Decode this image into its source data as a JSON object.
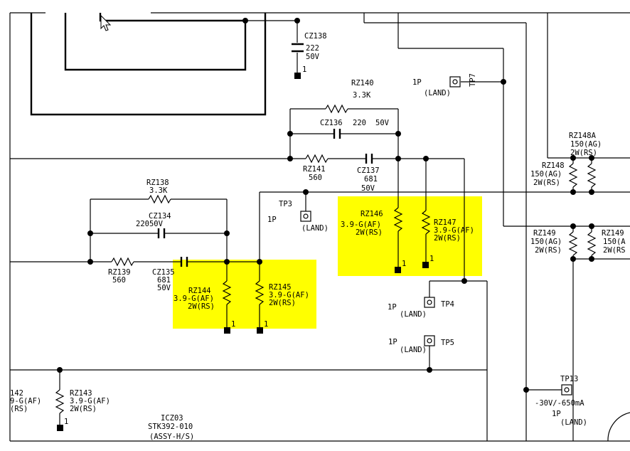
{
  "components": {
    "cz138": {
      "ref": "CZ138",
      "value": "222",
      "voltage": "50V"
    },
    "rz140": {
      "ref": "RZ140",
      "value": "3.3K"
    },
    "cz136": {
      "ref": "CZ136",
      "value": "220",
      "voltage": "50V"
    },
    "rz141": {
      "ref": "RZ141",
      "value": "560"
    },
    "cz137": {
      "ref": "CZ137",
      "value": "681",
      "voltage": "50V"
    },
    "rz138": {
      "ref": "RZ138",
      "value": "3.3K"
    },
    "cz134": {
      "ref": "CZ134",
      "value": "22050V"
    },
    "rz139": {
      "ref": "RZ139",
      "value": "560"
    },
    "cz135": {
      "ref": "CZ135",
      "value": "681",
      "voltage": "50V"
    },
    "rz144": {
      "ref": "RZ144",
      "value": "3.9-G(AF)",
      "rating": "2W(RS)"
    },
    "rz145": {
      "ref": "RZ145",
      "value": "3.9-G(AF)",
      "rating": "2W(RS)"
    },
    "rz146": {
      "ref": "RZ146",
      "value": "3.9-G(AF)",
      "rating": "2W(RS)"
    },
    "rz147": {
      "ref": "RZ147",
      "value": "3.9-G(AF)",
      "rating": "2W(RS)"
    },
    "rz148a": {
      "ref": "RZ148A",
      "value": "150(AG)",
      "rating": "2W(RS)"
    },
    "rz148": {
      "ref": "RZ148",
      "value": "150(AG)",
      "rating": "2W(RS)"
    },
    "rz149": {
      "ref": "RZ149",
      "value": "150(AG)",
      "rating": "2W(RS)"
    },
    "rz149b": {
      "ref": "RZ149",
      "value": "150(A",
      "rating": "2W(RS"
    },
    "rz143": {
      "ref": "RZ143",
      "value": "3.9-G(AF)",
      "rating": "2W(RS)"
    },
    "rz142": {
      "ref": "142",
      "value": "9-G(AF)",
      "rating": "(RS)"
    }
  },
  "testpoints": {
    "tp7": {
      "ref": "TP7",
      "pin": "1P",
      "land": "(LAND)"
    },
    "tp3": {
      "ref": "TP3",
      "pin": "1P",
      "land": "(LAND)"
    },
    "tp4": {
      "ref": "TP4",
      "pin": "1P",
      "land": "(LAND)"
    },
    "tp5": {
      "ref": "TP5",
      "pin": "1P",
      "land": "(LAND)"
    },
    "tp13": {
      "ref": "TP13",
      "pin": "1P",
      "land": "(LAND)",
      "note": "-30V/-650mA"
    }
  },
  "ic": {
    "ref": "ICZ03",
    "part": "STK392-010",
    "assy": "(ASSY-H/S)"
  },
  "ground_mark": "1"
}
